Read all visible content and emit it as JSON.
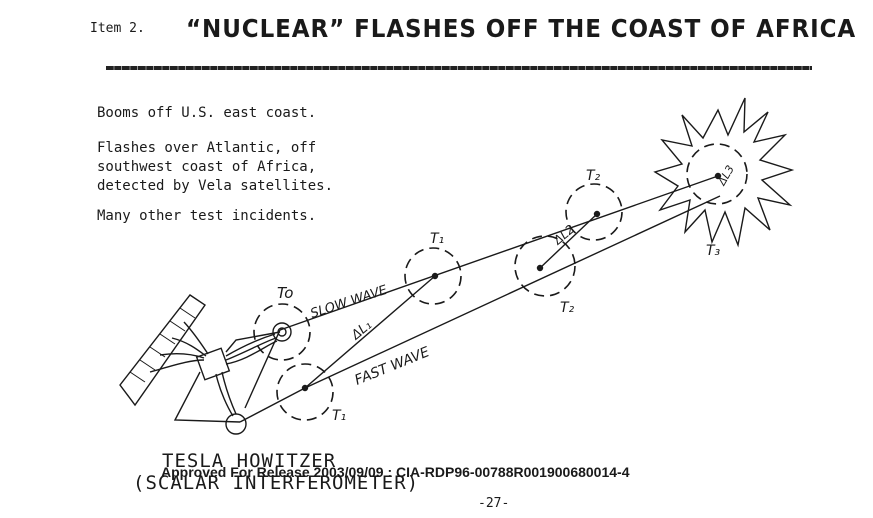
{
  "header": {
    "item_label": "Item 2.",
    "title": "“NUCLEAR” FLASHES OFF THE COAST OF  AFRICA"
  },
  "notes": [
    "Booms off U.S. east coast.",
    "Flashes over Atlantic, off\nsouthwest coast of Africa,\ndetected by Vela satellites.",
    "Many other test incidents."
  ],
  "diagram": {
    "labels": {
      "t0": "To",
      "t1_upper": "T₁",
      "t1_lower": "T₁",
      "t2_upper": "T₂",
      "t2_lower": "T₂",
      "t3": "T₃",
      "slow_wave": "SLOW WAVE",
      "fast_wave": "FAST WAVE",
      "delta1": "ΔL₁",
      "delta2": "ΔL2",
      "delta3": "ΔL3"
    }
  },
  "caption": {
    "line1": "TESLA HOWITZER",
    "line2": "(SCALAR INTERFEROMETER)"
  },
  "footer": {
    "approved": "Approved For Release 2003/09/09 : CIA-RDP96-00788R001900680014-4",
    "page": "-27-"
  }
}
